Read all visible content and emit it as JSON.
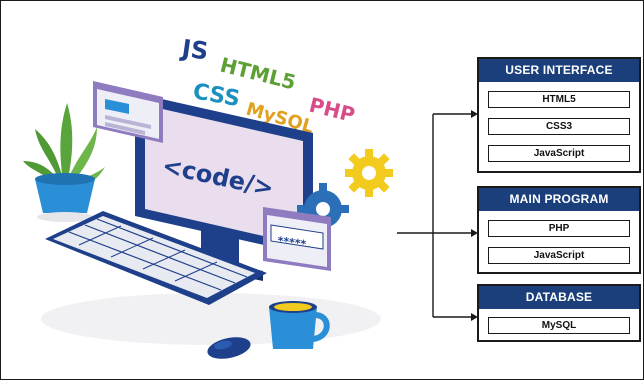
{
  "illustration": {
    "code_label": "<code/>",
    "password_mask": "*****",
    "languages": {
      "js": "JS",
      "html5": "HTML5",
      "php": "PHP",
      "css": "CSS",
      "mysql": "MySQL"
    },
    "colors": {
      "js": "#1e3f8a",
      "html5": "#5c9f33",
      "php": "#d94c8a",
      "css": "#1b8fc0",
      "mysql": "#e0a020"
    }
  },
  "panels": [
    {
      "title": "USER INTERFACE",
      "items": [
        "HTML5",
        "CSS3",
        "JavaScript"
      ]
    },
    {
      "title": "MAIN PROGRAM",
      "items": [
        "PHP",
        "JavaScript"
      ]
    },
    {
      "title": "DATABASE",
      "items": [
        "MySQL"
      ]
    }
  ],
  "colors": {
    "panel_header": "#1b3f7a",
    "monitor": "#1e3f8a",
    "screen": "#e9ddee",
    "window_accent": "#8f7bc0",
    "gear": "#f2cb1e",
    "plant": "#5aa43c",
    "pot": "#2a8fd6"
  }
}
